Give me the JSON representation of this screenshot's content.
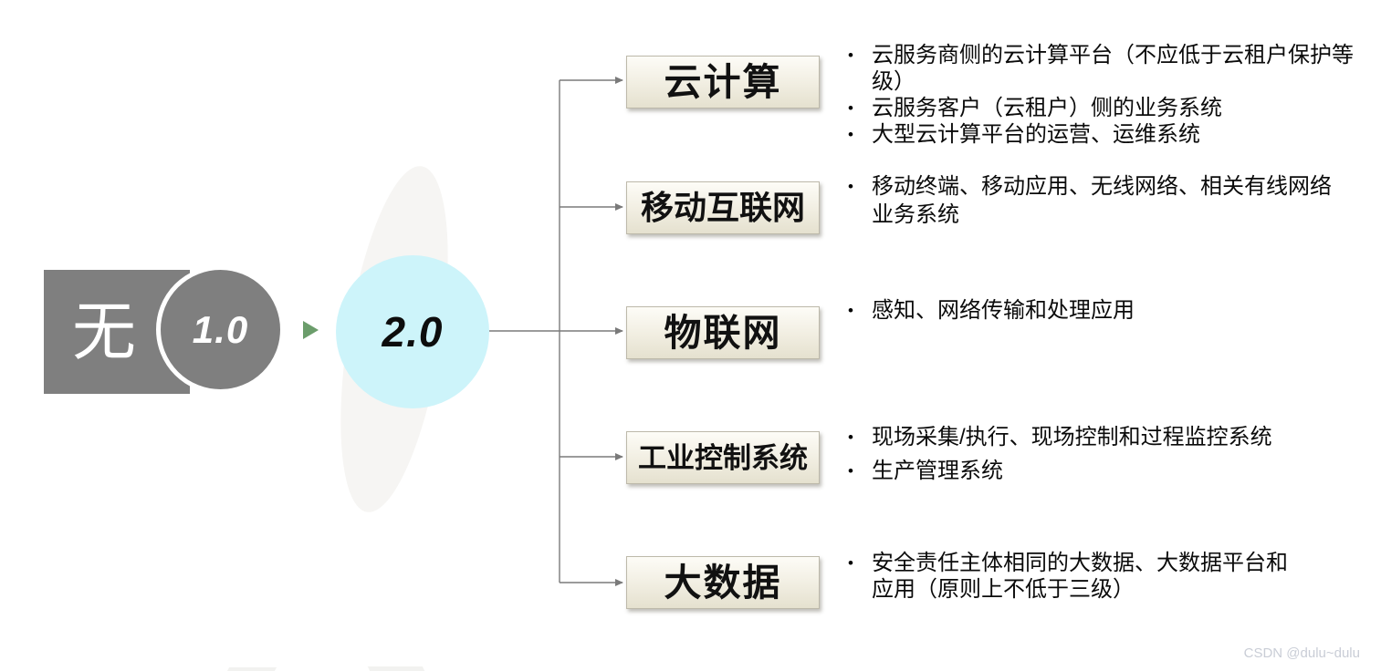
{
  "bullet_char": "•",
  "stages": {
    "none_label": "无",
    "v1_label": "1.0",
    "v2_label": "2.0"
  },
  "groups": [
    {
      "label": "云计算",
      "lines": [
        {
          "bullet": true,
          "text": "云服务商侧的云计算平台（不应低于云租户保护等级）"
        },
        {
          "bullet": true,
          "text": "云服务客户（云租户）侧的业务系统"
        },
        {
          "bullet": true,
          "text": "大型云计算平台的运营、运维系统"
        }
      ]
    },
    {
      "label": "移动互联网",
      "lines": [
        {
          "bullet": true,
          "text": "移动终端、移动应用、无线网络、相关有线网络"
        },
        {
          "bullet": false,
          "text": "业务系统"
        }
      ]
    },
    {
      "label": "物联网",
      "lines": [
        {
          "bullet": true,
          "text": "感知、网络传输和处理应用"
        }
      ]
    },
    {
      "label": "工业控制系统",
      "lines": [
        {
          "bullet": true,
          "text": "现场采集/执行、现场控制和过程监控系统"
        },
        {
          "bullet": true,
          "text": "生产管理系统"
        }
      ]
    },
    {
      "label": "大数据",
      "lines": [
        {
          "bullet": true,
          "text": "安全责任主体相同的大数据、大数据平台和"
        },
        {
          "bullet": false,
          "text": "应用（原则上不低于三级）"
        }
      ]
    }
  ],
  "watermark": "CSDN @dulu~dulu",
  "colors": {
    "gray_shape": "#7f7f7f",
    "cyan_circle": "#cdf4fa",
    "green_arrow": "#6b9d6b",
    "box_fill_top": "#fdfcf7",
    "box_fill_bottom": "#e5e1cf",
    "box_border": "#bdb9aa",
    "connector_line": "#7a7a7a",
    "watermark_text": "#c9cdd6"
  }
}
